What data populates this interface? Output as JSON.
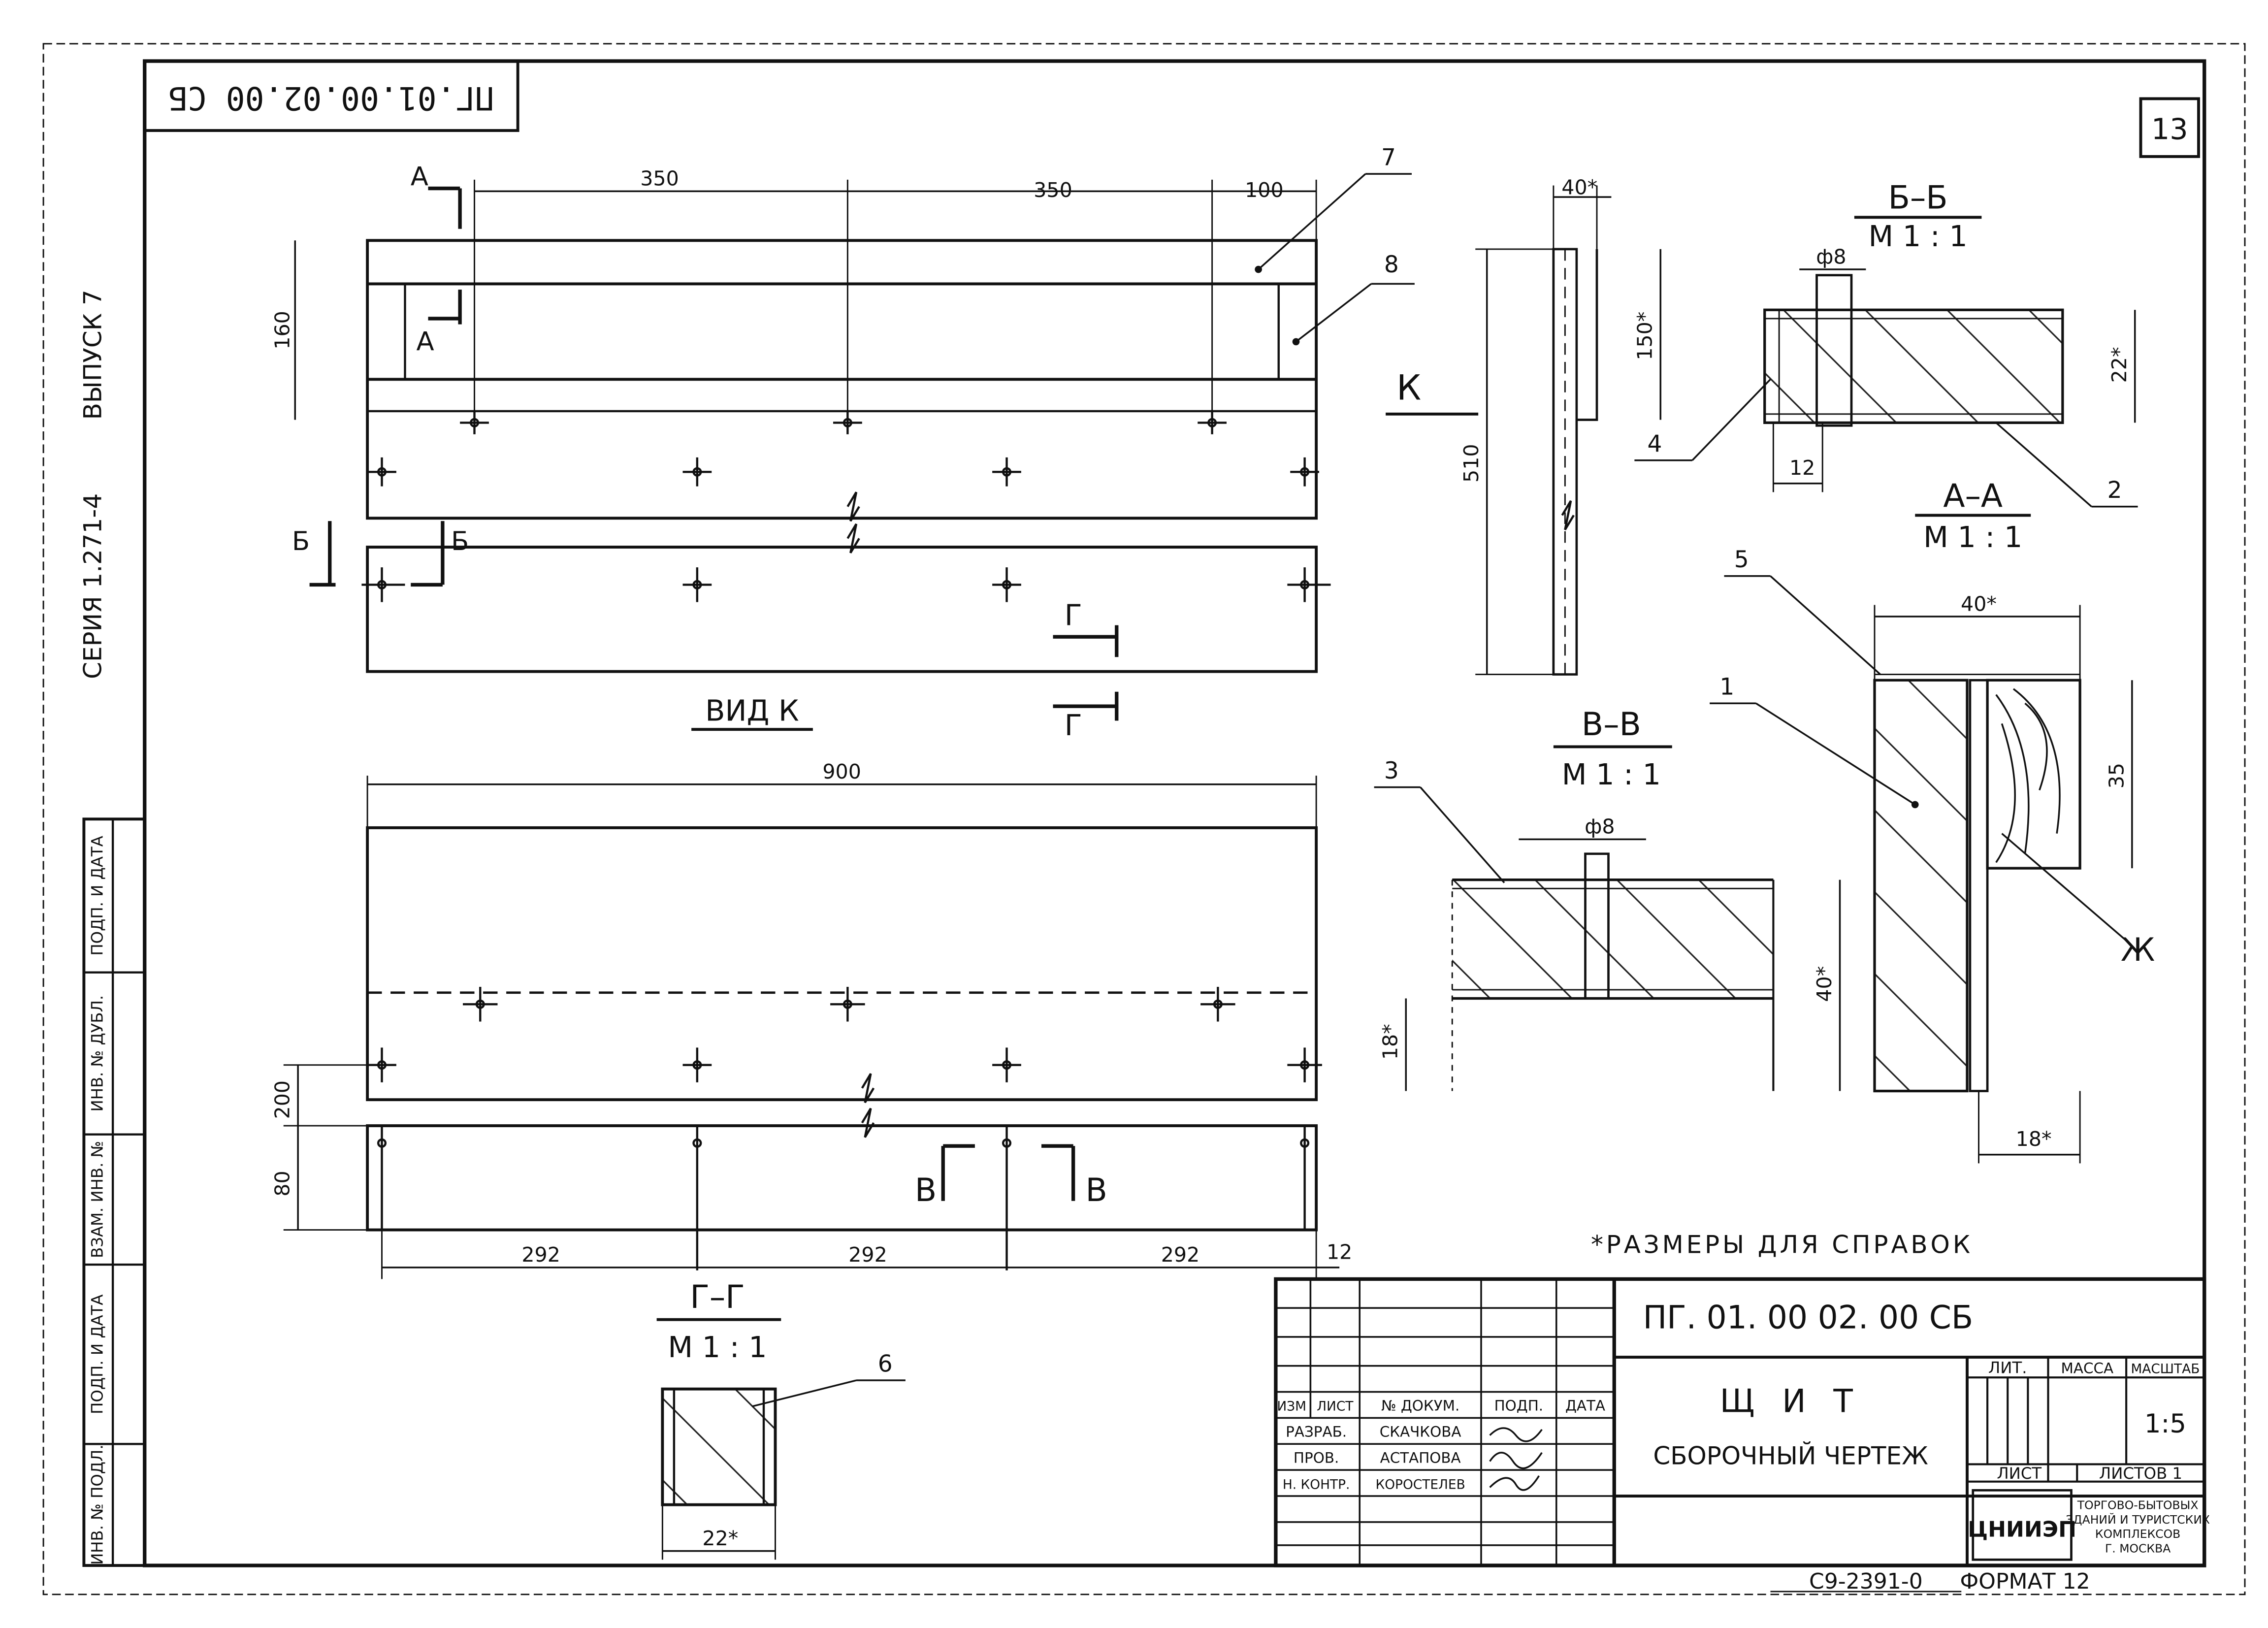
{
  "sheet": {
    "top_code": "ПГ.01.00.02.00 СБ",
    "page_number": "13",
    "series_text": "СЕРИЯ 1.271-4",
    "issue_text": "ВЫПУСК 7",
    "reference_note": "*РАЗМЕРЫ ДЛЯ СПРАВОК",
    "bottom_code": "С9-2391-0",
    "format_text": "ФОРМАТ 12"
  },
  "left_stamp": {
    "cells": [
      "ИНВ. № ПОДЛ.",
      "ПОДП. И ДАТА",
      "ВЗАМ. ИНВ. №",
      "ИНВ. № ДУБЛ.",
      "ПОДП. И ДАТА"
    ]
  },
  "view_top": {
    "dims": [
      "350",
      "350",
      "100",
      "160"
    ],
    "section_a": "А",
    "section_b": "Б",
    "section_g": "Г"
  },
  "view_k": {
    "label": "ВИД К",
    "dims": [
      "900",
      "200",
      "80",
      "292",
      "292",
      "292",
      "12"
    ],
    "section_v": "В"
  },
  "k_arrow": {
    "label": "К"
  },
  "side_view": {
    "dims": [
      "40*",
      "150*",
      "510"
    ]
  },
  "section_bb": {
    "title": "Б–Б",
    "scale": "М 1 : 1",
    "dims": [
      "ф8",
      "22*",
      "12"
    ]
  },
  "section_aa": {
    "title": "А–А",
    "scale": "М 1 : 1",
    "dims": [
      "40*",
      "35",
      "18*"
    ]
  },
  "section_vv": {
    "title": "В–В",
    "scale": "М 1 : 1",
    "dims": [
      "ф8",
      "40*",
      "18*"
    ]
  },
  "section_gg": {
    "title": "Г–Г",
    "scale": "М 1 : 1",
    "dims": [
      "22*"
    ]
  },
  "leaders": [
    "1",
    "2",
    "3",
    "4",
    "5",
    "6",
    "7",
    "8",
    "Ж"
  ],
  "title_block": {
    "code": "ПГ. 01. 00 02. 00 СБ",
    "name": "Щ И Т",
    "subtitle": "СБОРОЧНЫЙ ЧЕРТЕЖ",
    "header": [
      "ИЗМ",
      "ЛИСТ",
      "№ ДОКУМ.",
      "ПОДП.",
      "ДАТА"
    ],
    "rows": [
      {
        "role": "РАЗРАБ.",
        "name": "СКАЧКОВА"
      },
      {
        "role": "ПРОВ.",
        "name": "АСТАПОВА"
      },
      {
        "role": "Н. КОНТР.",
        "name": "КОРОСТЕЛЕВ"
      }
    ],
    "lit_label": "ЛИТ.",
    "mass_label": "МАССА",
    "scale_label": "МАСШТАБ",
    "scale_value": "1:5",
    "sheet_label": "ЛИСТ",
    "sheets_label": "ЛИСТОВ 1",
    "org_logo": "ЦНИИЭП",
    "org_name": [
      "ТОРГОВО-БЫТОВЫХ",
      "ЗДАНИЙ И ТУРИСТСКИХ",
      "КОМПЛЕКСОВ",
      "Г. МОСКВА"
    ]
  }
}
